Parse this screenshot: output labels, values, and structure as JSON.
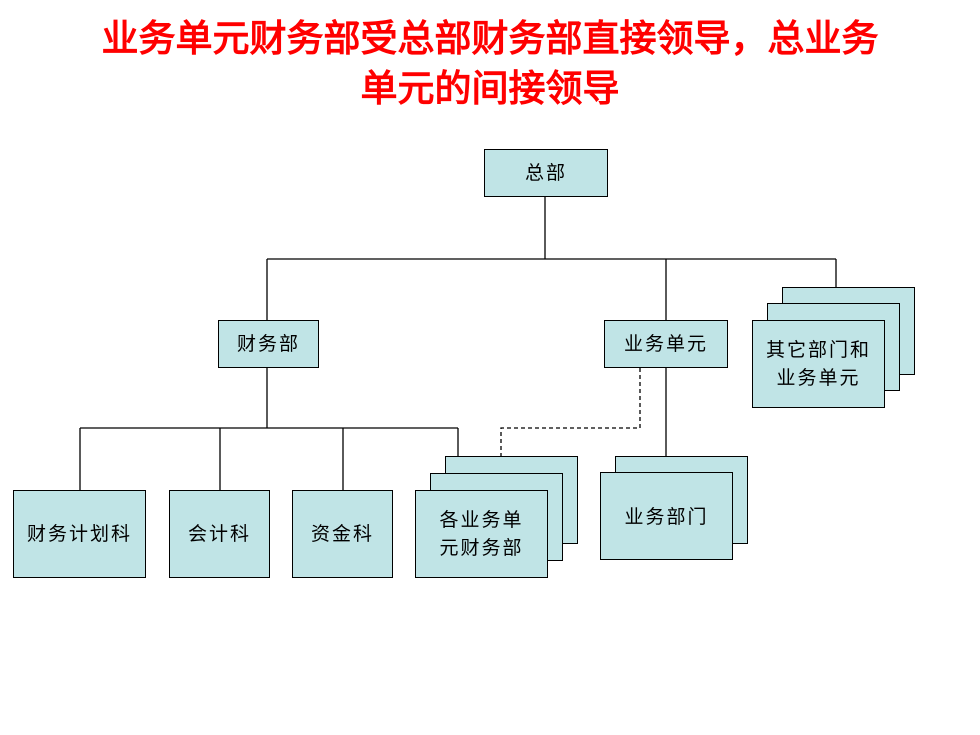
{
  "title": {
    "line1": "业务单元财务部受总部财务部直接领导，总业务",
    "line2": "单元的间接领导"
  },
  "nodes": {
    "hq": "总部",
    "finance": "财务部",
    "business_unit": "业务单元",
    "others_line1": "其它部门和",
    "others_line2": "业务单元",
    "plan": "财务计划科",
    "accounting": "会计科",
    "funds": "资金科",
    "bu_finance_line1": "各业务单",
    "bu_finance_line2": "元财务部",
    "bu_dept": "业务部门"
  },
  "colors": {
    "title": "#ff0000",
    "box_fill": "#c0e4e6",
    "line": "#000000"
  }
}
